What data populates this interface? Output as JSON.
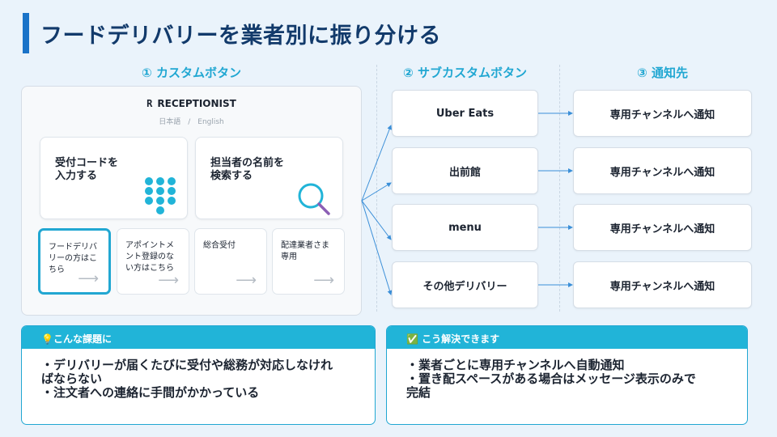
{
  "title": "フードデリバリーを業者別に振り分ける",
  "columns": {
    "custom_button": "① カスタムボタン",
    "sub_custom_button": "② サブカスタムボタン",
    "notify": "③ 通知先"
  },
  "panel": {
    "brand_mark": "R",
    "brand_name": "RECEPTIONIST",
    "languages": "日本語　/　English",
    "big_buttons": [
      {
        "label": "受付コードを\n入力する",
        "icon": "keypad-icon"
      },
      {
        "label": "担当者の名前を\n検索する",
        "icon": "magnifier-icon"
      }
    ],
    "small_buttons": [
      {
        "label": "フードデリバ\nリーの方はこ\nちら",
        "arrow": "⟶",
        "active": true
      },
      {
        "label": "アポイントメ\nント登録のな\nい方はこちら",
        "arrow": "⟶"
      },
      {
        "label": "総合受付",
        "arrow": "⟶"
      },
      {
        "label": "配達業者さま\n専用",
        "arrow": "⟶"
      }
    ]
  },
  "sub_buttons": [
    "Uber Eats",
    "出前館",
    "menu",
    "その他デリバリー"
  ],
  "notify_targets": [
    "専用チャンネルへ通知",
    "専用チャンネルへ通知",
    "専用チャンネルへ通知",
    "専用チャンネルへ通知"
  ],
  "problem_card": {
    "icon": "lightbulb-icon",
    "header": "💡こんな課題に",
    "lines": [
      "・デリバリーが届くたびに受付や総務が対応しなけれ\nばならない",
      "・注文者への連絡に手間がかかっている"
    ]
  },
  "solution_card": {
    "icon": "check-icon",
    "header": "✅ こう解決できます",
    "lines": [
      "・業者ごとに専用チャンネルへ自動通知",
      "・置き配スペースがある場合はメッセージ表示のみで\n完結"
    ]
  },
  "colors": {
    "accent": "#21a7d2",
    "title": "#123a6b",
    "background": "#eaf3fb",
    "connector": "#3b8fd8"
  }
}
